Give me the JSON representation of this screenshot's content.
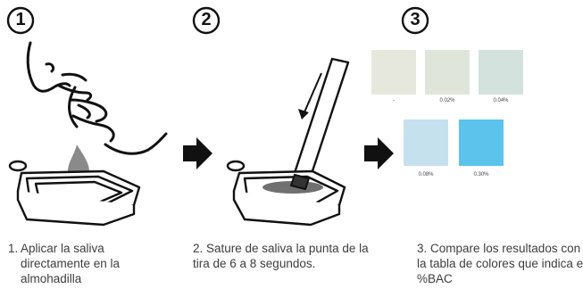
{
  "steps": [
    {
      "number": "1",
      "caption_num": "1.",
      "caption": "Aplicar la saliva directamente en la almohadilla"
    },
    {
      "number": "2",
      "caption": "2. Sature de saliva la punta de la tira de 6 a 8 segundos."
    },
    {
      "number": "3",
      "caption": "3. Compare los resultados con la tabla de colores que indica el %BAC"
    }
  ],
  "color_chart": [
    {
      "label": "-",
      "color": "#e6e8dd"
    },
    {
      "label": "0.02%",
      "color": "#dfe5da"
    },
    {
      "label": "0.04%",
      "color": "#d3e2dd"
    },
    {
      "label": "0.08%",
      "color": "#c6e1ee"
    },
    {
      "label": "0.30%",
      "color": "#5cc3ec"
    }
  ],
  "colors": {
    "arrow": "#111111",
    "saliva_drop": "#8a8a8a",
    "pad_stain": "#707070"
  }
}
